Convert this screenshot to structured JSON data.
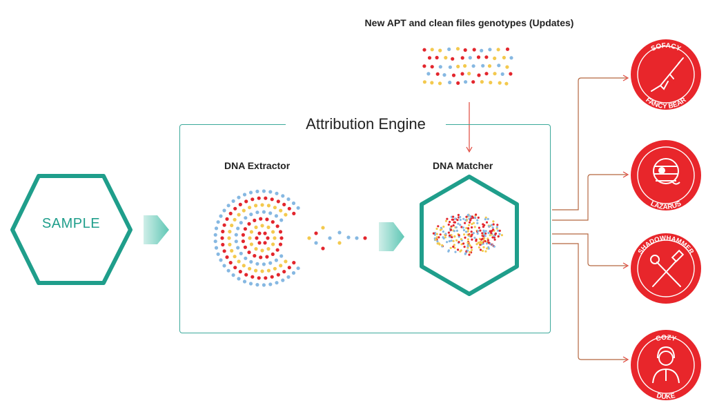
{
  "updates": {
    "label": "New APT and clean files genotypes (Updates)"
  },
  "engine": {
    "title": "Attribution Engine"
  },
  "extractor": {
    "label": "DNA Extractor"
  },
  "matcher": {
    "label": "DNA Matcher"
  },
  "sample": {
    "label": "SAMPLE"
  },
  "actors": [
    {
      "top": "SOFACY",
      "bottom": "FANCY BEAR",
      "icon": "rifle-icon"
    },
    {
      "top": "",
      "bottom": "LAZARUS",
      "icon": "mummy-icon"
    },
    {
      "top": "SHADOWHAMMER",
      "bottom": "",
      "icon": "crossed-hammer-wrench-icon"
    },
    {
      "top": "COZY",
      "bottom": "DUKE",
      "icon": "person-with-headset-icon"
    }
  ],
  "colors": {
    "teal": "#1f9e8b",
    "line_red": "#e0453a",
    "line_brown": "#b3663f",
    "badge_red": "#e8262b",
    "dot_red": "#e3262d",
    "dot_yellow": "#f3c94e",
    "dot_blue": "#86b8e2"
  }
}
